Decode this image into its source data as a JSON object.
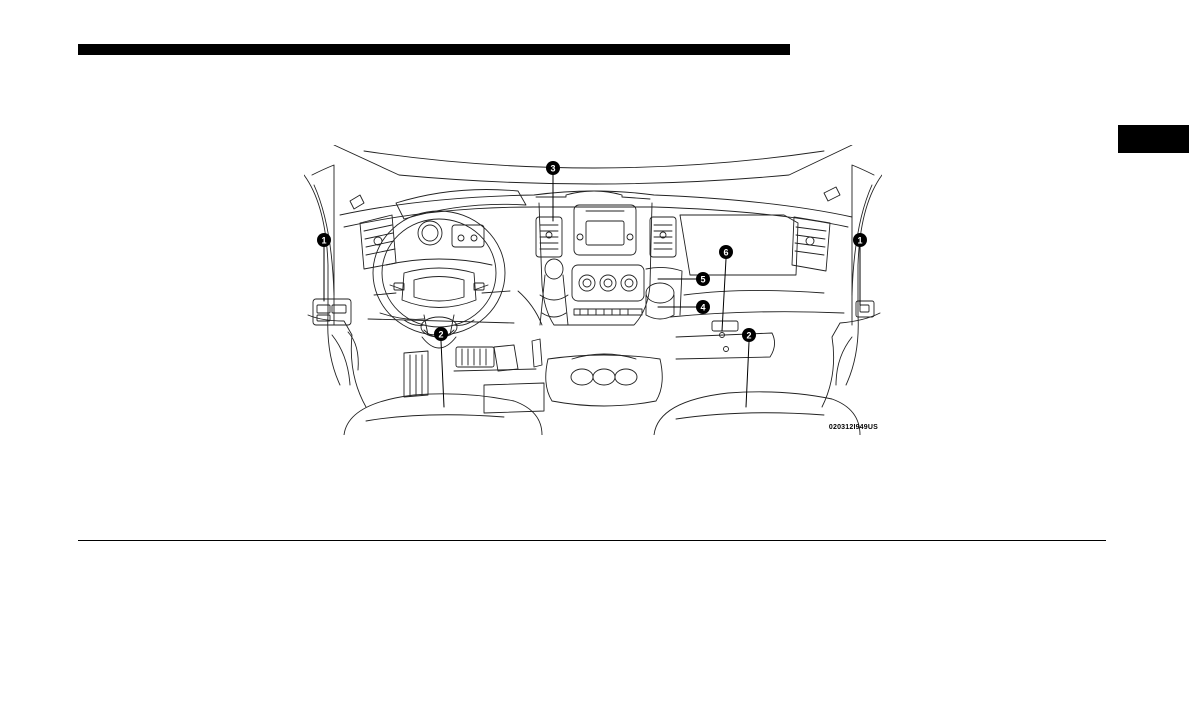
{
  "figure": {
    "code": "020312I949US",
    "callouts": [
      "1",
      "2",
      "3",
      "4",
      "5",
      "6"
    ]
  },
  "colors": {
    "ink": "#000000",
    "paper": "#ffffff"
  }
}
